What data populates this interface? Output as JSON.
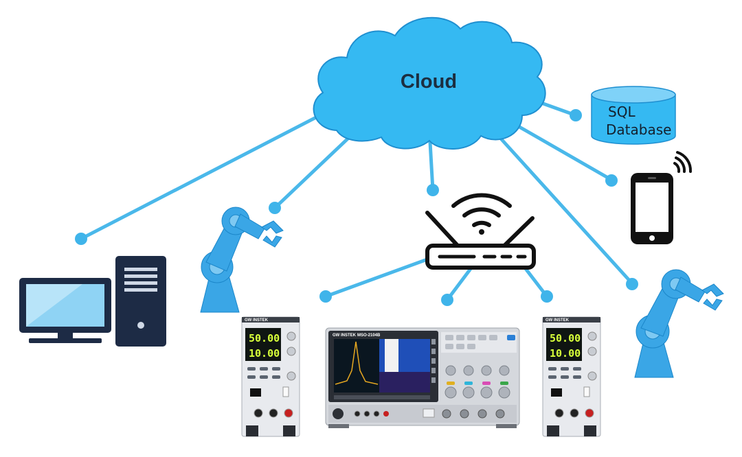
{
  "diagram": {
    "cloud": {
      "label": "Cloud"
    },
    "database": {
      "label_line1": "SQL",
      "label_line2": "Database"
    },
    "instruments": {
      "psu_left": {
        "brand": "GW INSTEK",
        "voltage": "50.00",
        "current": "10.00"
      },
      "oscilloscope": {
        "brand": "GW INSTEK",
        "model": "MSO-2104B"
      },
      "psu_right": {
        "brand": "GW INSTEK",
        "voltage": "50.00",
        "current": "10.00"
      }
    }
  },
  "colors": {
    "cloud": "#35b9f2",
    "link": "#4ab8ea",
    "robot": "#3aa6e6",
    "computer_dark": "#1d2b45",
    "screen": "#8fd3f4",
    "router": "#111111"
  }
}
